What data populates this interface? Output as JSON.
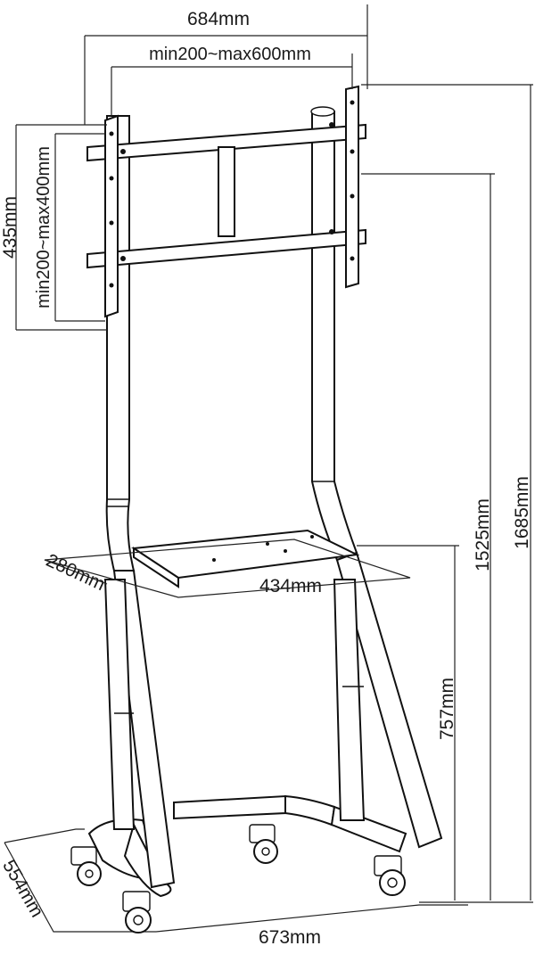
{
  "dimensions": {
    "overall_width": "684mm",
    "vesa_width": "min200~max600mm",
    "overall_vesa_height": "435mm",
    "vesa_height": "min200~max400mm",
    "top_height": "1525mm",
    "max_height": "1685mm",
    "shelf_depth": "280mm",
    "shelf_width": "434mm",
    "shelf_height": "757mm",
    "base_depth": "554mm",
    "base_width": "673mm"
  }
}
